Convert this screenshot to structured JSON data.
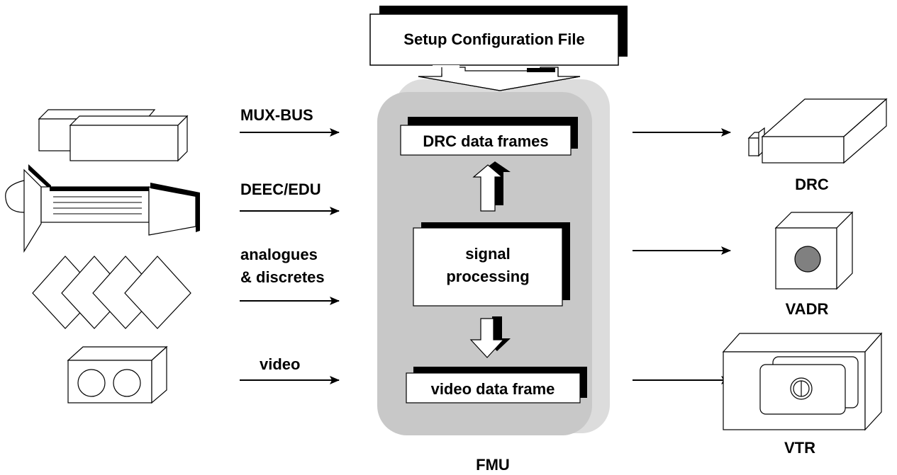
{
  "setup_file": {
    "label": "Setup Configuration File"
  },
  "fmu": {
    "label": "FMU",
    "drc_frames": "DRC data frames",
    "signal_processing": [
      "signal",
      "processing"
    ],
    "video_frame": "video data frame"
  },
  "inputs": {
    "mux_bus": "MUX-BUS",
    "deec_edu": "DEEC/EDU",
    "analogues": [
      "analogues",
      "& discretes"
    ],
    "video": "video"
  },
  "outputs": {
    "drc": "DRC",
    "vadr": "VADR",
    "vtr": "VTR"
  },
  "colors": {
    "fmu_fill": "#c8c8c8",
    "vadr_dot": "#808080"
  }
}
